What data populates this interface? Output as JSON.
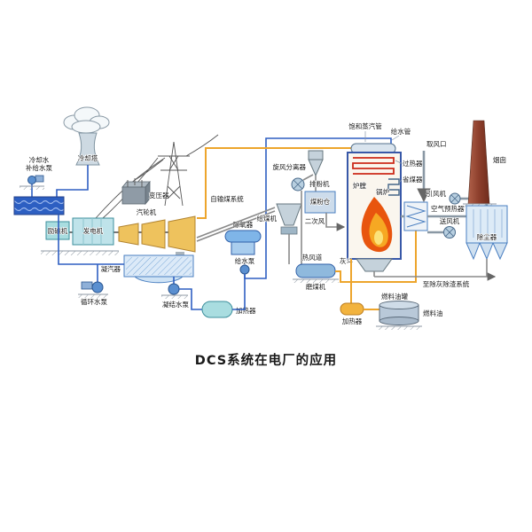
{
  "title": "DCS系统在电厂的应用",
  "colors": {
    "steam_pipe": "#eda52c",
    "water_pipe": "#2f5fc2",
    "flame_orange": "#e8550e",
    "equipment_teal": "#a9dde0",
    "turbine_yellow": "#eec25d",
    "chimney_red": "#8d3f2c"
  },
  "labels": {
    "water_cooling": {
      "cooling_tower": "冷却塔",
      "makeup_line1": "冷却水",
      "makeup_line2": "补给水泵",
      "circulating_pump": "循环水泵"
    },
    "turbine_island": {
      "transformer": "变压器",
      "exciter": "励磁机",
      "generator": "发电机",
      "steam_turbine": "汽轮机",
      "condenser": "凝汽器",
      "condensate_pump": "凝结水泵",
      "lp_heater": "加热器",
      "deaerator": "除氧器",
      "feed_pump": "给水泵"
    },
    "coal_system": {
      "conveyor": "自输煤系统",
      "coal_feeder": "给煤机",
      "cyclone_separator": "旋风分离器",
      "powder_exhauster": "排粉机",
      "coal_bunker": "煤粉仓",
      "secondary_air": "二次风",
      "hot_air_duct": "热风道",
      "coal_mill": "磨煤机"
    },
    "boiler_island": {
      "furnace": "炉膛",
      "boiler": "锅炉",
      "superheater": "过热器",
      "economizer": "省煤器",
      "saturated_steam_pipe": "饱和蒸汽管",
      "feed_water_pipe": "给水管",
      "ash_hopper": "灰斗"
    },
    "flue_gas": {
      "air_intake": "取风口",
      "air_preheater": "空气预热器",
      "forced_draft_fan": "送风机",
      "induced_draft_fan": "引风机",
      "dust_collector": "除尘器",
      "chimney": "烟囱",
      "ash_removal": "至除灰除渣系统"
    },
    "fuel_oil": {
      "tank": "燃料油罐",
      "oil": "燃料油",
      "oil_heater": "加热器"
    }
  }
}
